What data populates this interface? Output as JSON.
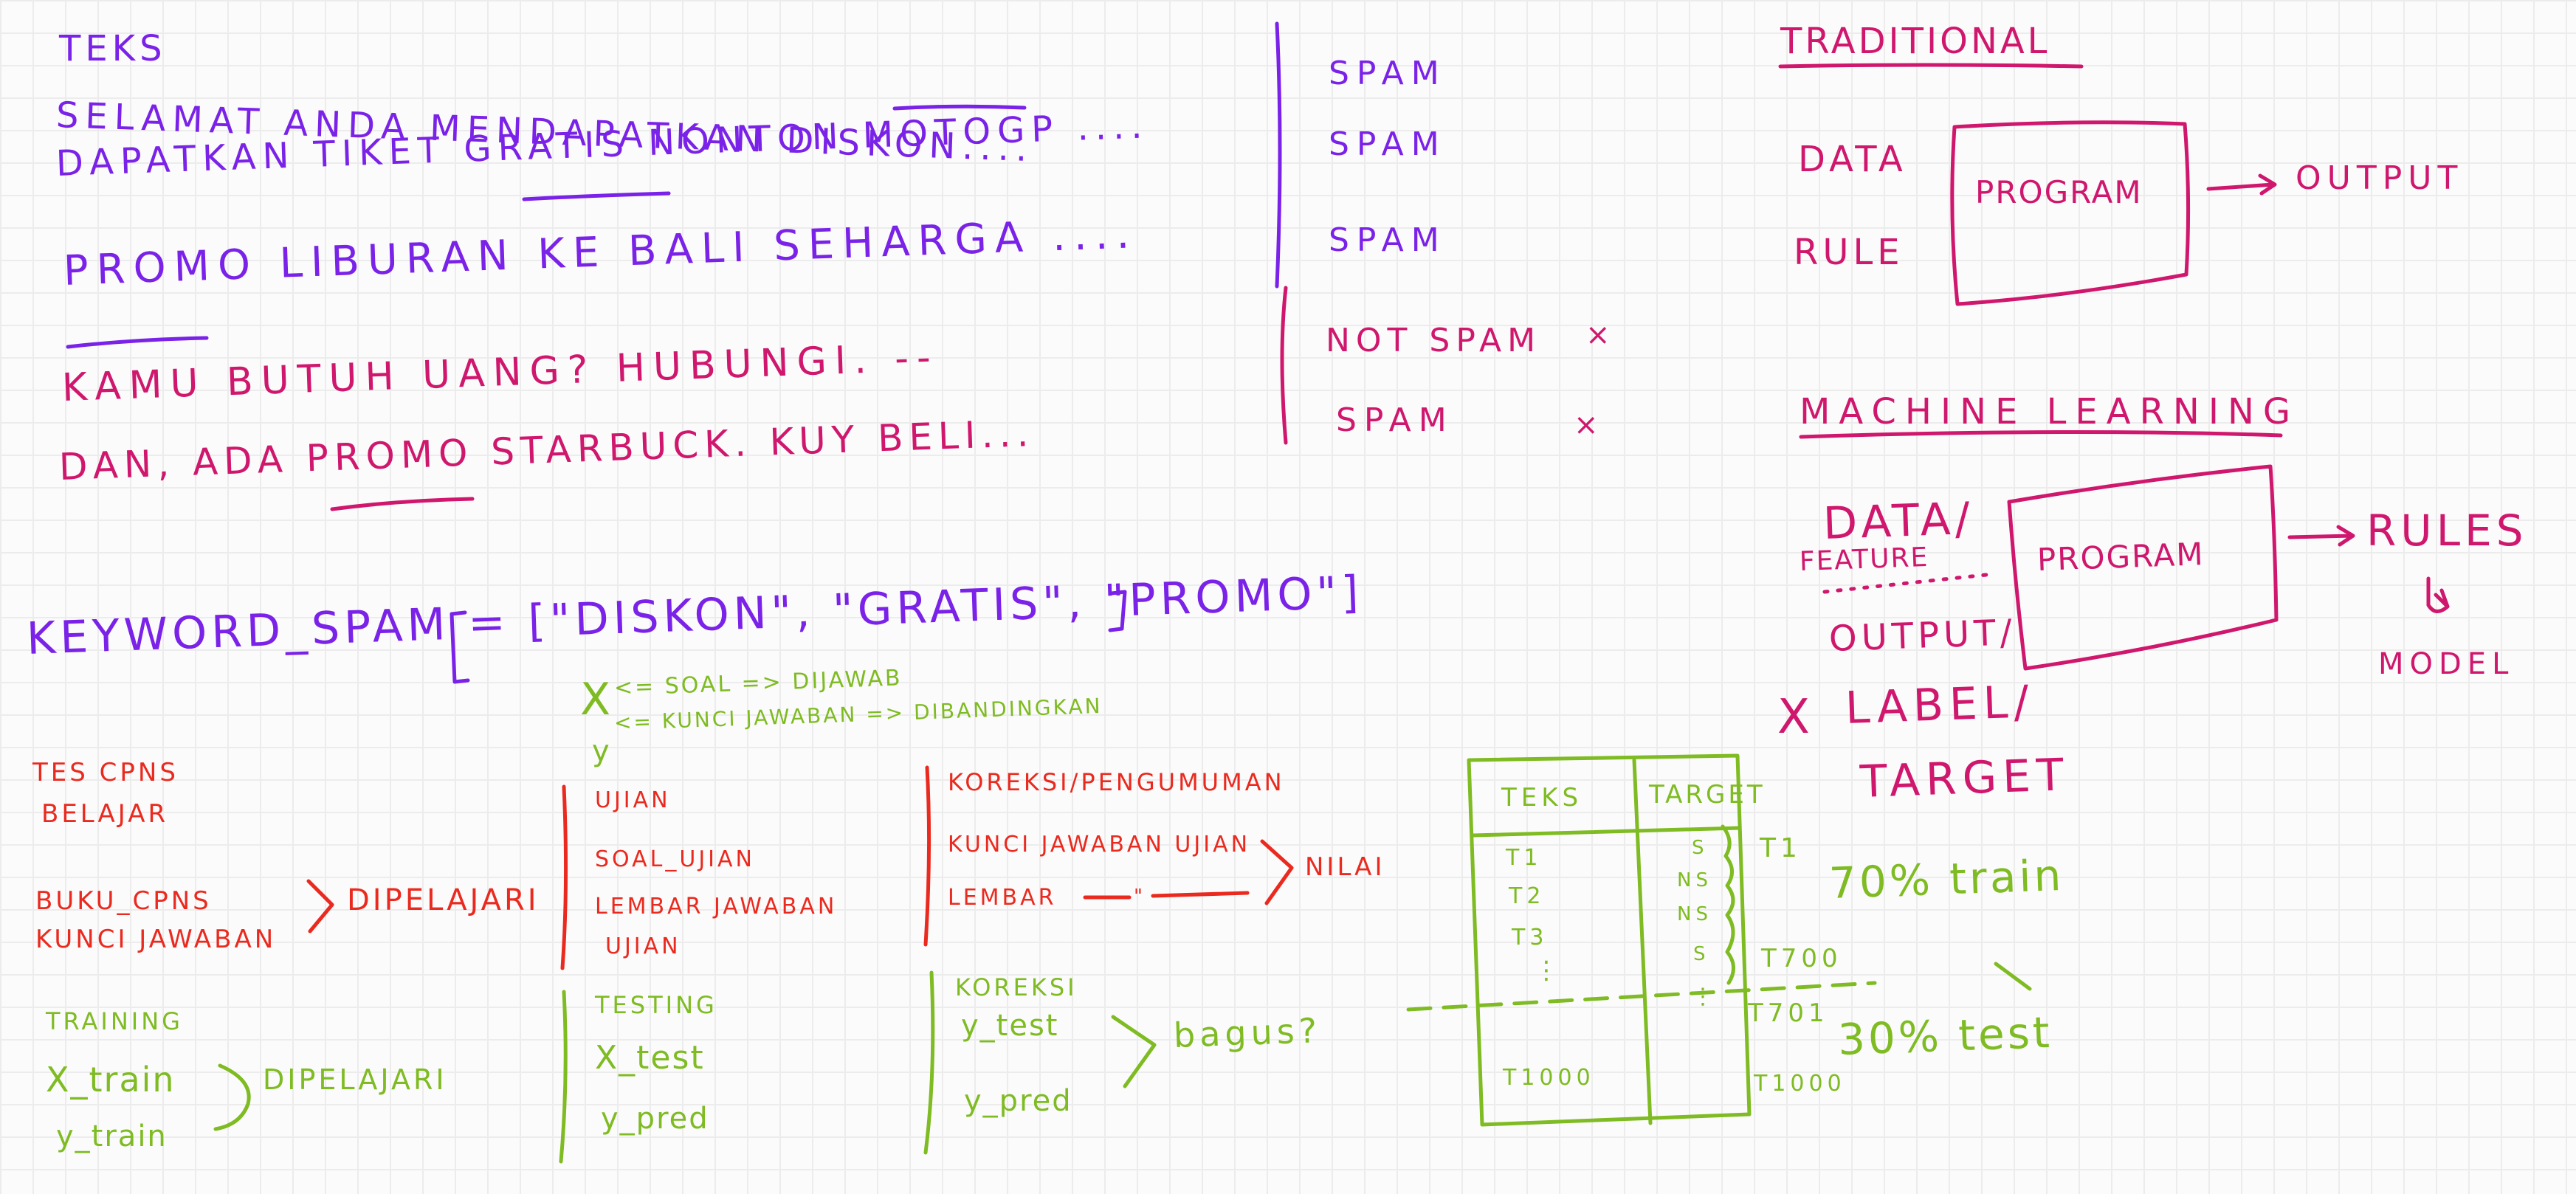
{
  "colors": {
    "background": "#fbfbfb",
    "grid": "#ececec",
    "purple": "#7a22e8",
    "magenta": "#cf176d",
    "red": "#ea2a1f",
    "green": "#7fbb22"
  },
  "teks": {
    "heading": "TEKS",
    "lines": [
      "SELAMAT ANDA MENDAPATKAN DISKON....",
      "DAPATKAN TIKET GRATIS NONTON MOTOGP ....",
      "PROMO LIBURAN KE BALI SEHARGA ....",
      "KAMU BUTUH UANG? HUBUNGI. --",
      "DAN, ADA PROMO STARBUCK. KUY BELI..."
    ]
  },
  "labels": [
    "SPAM",
    "SPAM",
    "SPAM",
    "NOT SPAM",
    "SPAM"
  ],
  "label_marks": [
    "×",
    "×"
  ],
  "traditional": {
    "heading": "TRADITIONAL",
    "data": "DATA",
    "rule": "RULE",
    "box": "PROGRAM",
    "output": "OUTPUT"
  },
  "machine_learning": {
    "heading": "MACHINE LEARNING",
    "data_feature_1": "DATA/",
    "data_feature_2": "FEATURE",
    "x_mark": "X",
    "output_1": "OUTPUT/",
    "output_2": "LABEL/",
    "output_3": "TARGET",
    "box": "PROGRAM",
    "rules": "RULES",
    "model": "MODEL"
  },
  "keyword": "KEYWORD_SPAM = [\"DISKON\", \"GRATIS\", \"PROMO\"]",
  "xy_notes": {
    "x_letter": "X",
    "x": "<= SOAL => DIJAWAB",
    "y_letter": "y",
    "y": "<= KUNCI JAWABAN => DIBANDINGKAN"
  },
  "analogy": {
    "col1": [
      "TES CPNS",
      "BELAJAR",
      "BUKU_CPNS",
      "KUNCI JAWABAN"
    ],
    "dipelajari": "DIPELAJARI",
    "col2": [
      "UJIAN",
      "SOAL_UJIAN",
      "LEMBAR JAWABAN",
      "UJIAN"
    ],
    "col3": [
      "KOREKSI/PENGUMUMAN",
      "KUNCI JAWABAN UJIAN",
      "LEMBAR",
      "\""
    ],
    "nilai": "NILAI"
  },
  "ml_mapping": {
    "training": "TRAINING",
    "x_train": "X_train",
    "y_train": "y_train",
    "dipelajari": "DIPELAJARI",
    "testing": "TESTING",
    "x_test": "X_test",
    "y_pred": "y_pred",
    "koreksi": "KOREKSI",
    "y_test2": "y_test",
    "y_pred2": "y_pred",
    "bagus": "bagus?"
  },
  "table": {
    "col1": "TEKS",
    "col2": "TARGET",
    "rows": [
      "T1",
      "T2",
      "T3",
      "⋮",
      "T1000"
    ],
    "targets": [
      "S",
      "NS",
      "NS",
      "S",
      "⋮"
    ],
    "side": [
      "T1",
      "T700",
      "T701",
      "T1000"
    ],
    "train": "70% train",
    "test": "30% test"
  }
}
